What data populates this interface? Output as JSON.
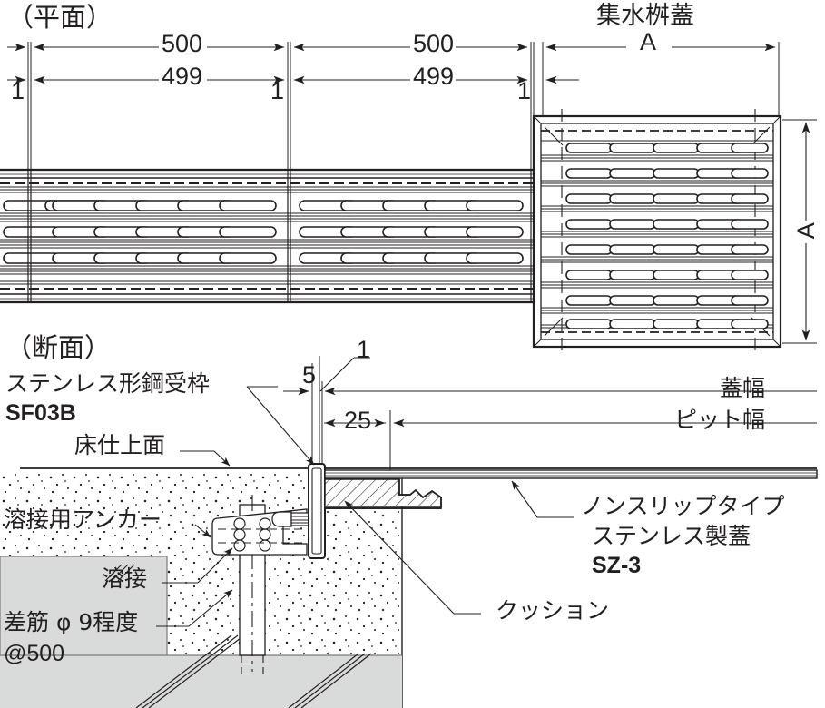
{
  "drawing": {
    "title_plan": "（平面）",
    "title_section": "（断面）",
    "plan": {
      "catch_basin_label": "集水桝蓋",
      "dim_500_a": "500",
      "dim_500_b": "500",
      "dim_499_a": "499",
      "dim_499_b": "499",
      "dim_1_a": "1",
      "dim_1_b": "1",
      "dim_1_c": "1",
      "dim_A_horizontal": "A",
      "dim_A_vertical": "A",
      "grating_rows": 4,
      "grating_slots_per_span": 6,
      "basin_rows": 8,
      "basin_slots_per_row": 5
    },
    "section": {
      "label_frame": "ステンレス形鋼受枠",
      "label_frame_code": "SF03B",
      "label_floor_finish": "床仕上面",
      "label_weld_anchor": "溶接用アンカー",
      "label_weld": "溶接",
      "label_rebar_line1": "差筋 φ 9程度",
      "label_rebar_line2": "@500",
      "label_cushion": "クッション",
      "label_cover_line1": "ノンスリップタイプ",
      "label_cover_line2": "ステンレス製蓋",
      "label_cover_code": "SZ-3",
      "label_cover_width": "蓋幅",
      "label_pit_width": "ピット幅",
      "dim_1": "1",
      "dim_5": "5",
      "dim_25": "25"
    }
  },
  "colors": {
    "line": "#231f20",
    "thin": "#5a5a5a",
    "fill_light": "#f2f2f2",
    "fill_grey": "#d9dbda",
    "text": "#231f20",
    "white": "#ffffff"
  }
}
